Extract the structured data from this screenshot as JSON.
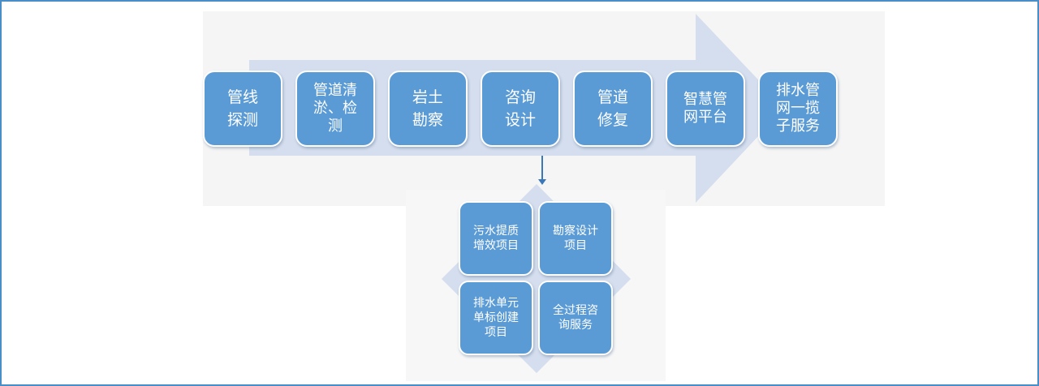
{
  "steps": [
    {
      "label": "管线\n探测"
    },
    {
      "label": "管道清\n淤、检\n测"
    },
    {
      "label": "岩土\n勘察"
    },
    {
      "label": "咨询\n设计"
    },
    {
      "label": "管道\n修复"
    },
    {
      "label": "智慧管\n网平台"
    },
    {
      "label": "排水管\n网一揽\n子服务"
    }
  ],
  "sub_items": [
    {
      "label": "污水提质\n增效项目"
    },
    {
      "label": "勘察设计\n项目"
    },
    {
      "label": "排水单元\n单标创建\n项目"
    },
    {
      "label": "全过程咨\n询服务"
    }
  ],
  "colors": {
    "box": "#5b9bd5",
    "arrow": "#d4deee",
    "frame": "#4a8ec8",
    "connector": "#3a78b8"
  }
}
